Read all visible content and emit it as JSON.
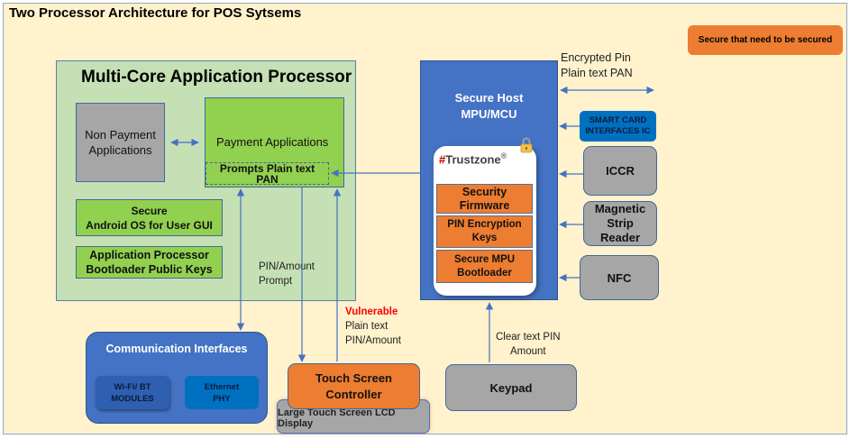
{
  "title": "Two Processor Architecture for POS Sytsems",
  "legend": {
    "label": "Secure that need to be secured",
    "color": "#ed7d31"
  },
  "application_processor": {
    "title": "Multi-Core Application Processor",
    "non_payment": "Non Payment Applications",
    "payment_apps": "Payment Applications",
    "prompts": "Prompts Plain text PAN",
    "secure_android": [
      "Secure",
      "Android OS  for User GUI"
    ],
    "bootloader_keys": [
      "Application  Processor",
      "Bootloader Public Keys"
    ]
  },
  "secure_host": {
    "label": [
      "Secure Host",
      "MPU/MCU"
    ],
    "trustzone": {
      "hash": "#",
      "name": "Trustzone",
      "mark": "®"
    },
    "security_firmware": [
      "Security",
      "Firmware"
    ],
    "pin_keys": [
      "PIN Encryption",
      "Keys"
    ],
    "secure_bootloader": [
      "Secure MPU",
      "Bootloader"
    ]
  },
  "peripherals": {
    "smart_card": [
      "SMART CARD",
      "INTERFACES IC"
    ],
    "iccr": "ICCR",
    "msr": [
      "Magnetic",
      "Strip",
      "Reader"
    ],
    "nfc": "NFC"
  },
  "communication": {
    "label": "Communication  Interfaces",
    "wifi": [
      "Wi-Fi/ BT",
      "MODULES"
    ],
    "ethernet": [
      "Ethernet",
      "PHY"
    ]
  },
  "touch_screen": {
    "controller": [
      "Touch Screen",
      "Controller"
    ],
    "lcd": "Large Touch  Screen LCD Display"
  },
  "keypad": "Keypad",
  "annotations": {
    "encrypted": [
      "Encrypted Pin",
      "Plain text PAN"
    ],
    "pin_prompt": [
      "PIN/Amount",
      "Prompt"
    ],
    "vulnerable": "Vulnerable",
    "plain_pin": [
      "Plain text",
      "PIN/Amount"
    ],
    "clear_pin": [
      "Clear text PIN",
      "Amount"
    ]
  },
  "colors": {
    "background": "#fff2cc",
    "app_processor": "#c5e0b4",
    "green": "#92d050",
    "blue": "#4472c4",
    "orange": "#ed7d31",
    "grey": "#a6a6a6",
    "arrow": "#4472c4"
  }
}
